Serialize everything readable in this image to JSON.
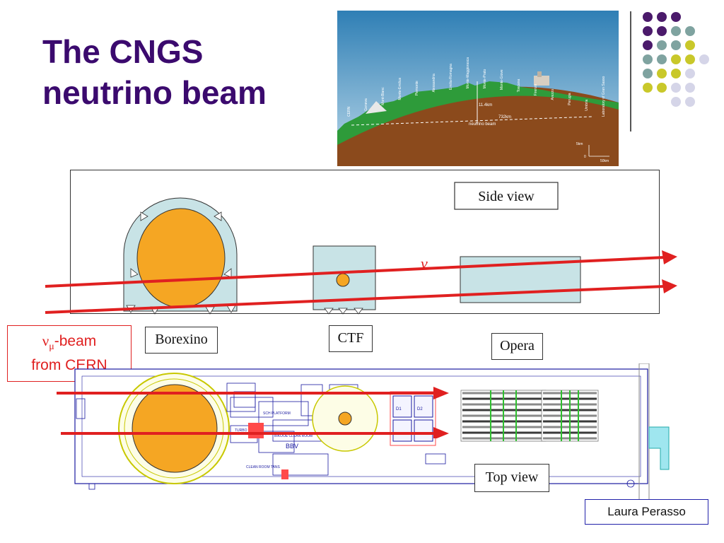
{
  "slide": {
    "title_line1": "The CNGS",
    "title_line2": "neutrino beam",
    "author": "Laura Perasso"
  },
  "beam_label": {
    "nu": "ν",
    "mu": "μ",
    "suffix": "-beam",
    "line2": "from CERN"
  },
  "side_view": {
    "label": "Side view",
    "nu_symbol": "ν",
    "detectors": [
      "Borexino",
      "CTF",
      "Opera"
    ]
  },
  "top_view": {
    "label": "Top view",
    "plan_texts": [
      "BBV",
      "BIKOOE CLEAN ROOM",
      "CLEAN ROOM TANS",
      "SCH PLATFORM",
      "TURBO",
      "D1",
      "D2"
    ]
  },
  "profile_map": {
    "places": [
      "CERN",
      "Geneva",
      "Mont-Blanc",
      "Monte-Emilius",
      "Piemonte",
      "Alessandria",
      "Emilia-Romagna",
      "Monte-Maggiorasca",
      "Monte-Prato",
      "Monte-Giove",
      "Toscana",
      "Firenze",
      "Arezzo",
      "Perugia",
      "Umbria",
      "Laboratory of Gran Sasso"
    ],
    "depth": "11.4km",
    "distance": "732km",
    "beam": "neutrino beam",
    "scale_v": "5km",
    "scale_zero": "0",
    "scale_h": "50km"
  },
  "colors": {
    "title": "#3b0a6e",
    "beam": "#e02020",
    "detector_fill": "#c8e3e6",
    "core": "#f5a623",
    "dots": [
      "#4b1a6b",
      "#7fa3a0",
      "#c9c82a",
      "#d5d5e8"
    ]
  }
}
